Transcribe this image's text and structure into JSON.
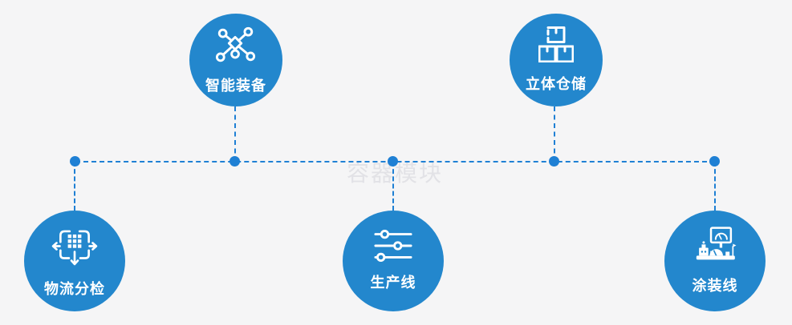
{
  "diagram": {
    "title": "factory process node map",
    "watermark": {
      "text": "容器模块",
      "color": "#e2e2e6"
    },
    "colors": {
      "background": "#f5f5f6",
      "node_fill": "#2387cd",
      "connector": "#1f80d4",
      "label": "#ffffff"
    },
    "nodes": [
      {
        "id": "smart-equipment",
        "label": "智能装备",
        "icon": "network-nodes-icon",
        "row": "top"
      },
      {
        "id": "stereo-warehouse",
        "label": "立体仓储",
        "icon": "stacked-boxes-icon",
        "row": "top"
      },
      {
        "id": "logistics-sorting",
        "label": "物流分检",
        "icon": "dispatch-arrows-icon",
        "row": "bottom"
      },
      {
        "id": "production-line",
        "label": "生产线",
        "icon": "sliders-icon",
        "row": "bottom"
      },
      {
        "id": "painting-line",
        "label": "涂装线",
        "icon": "control-console-icon",
        "row": "bottom"
      }
    ]
  }
}
